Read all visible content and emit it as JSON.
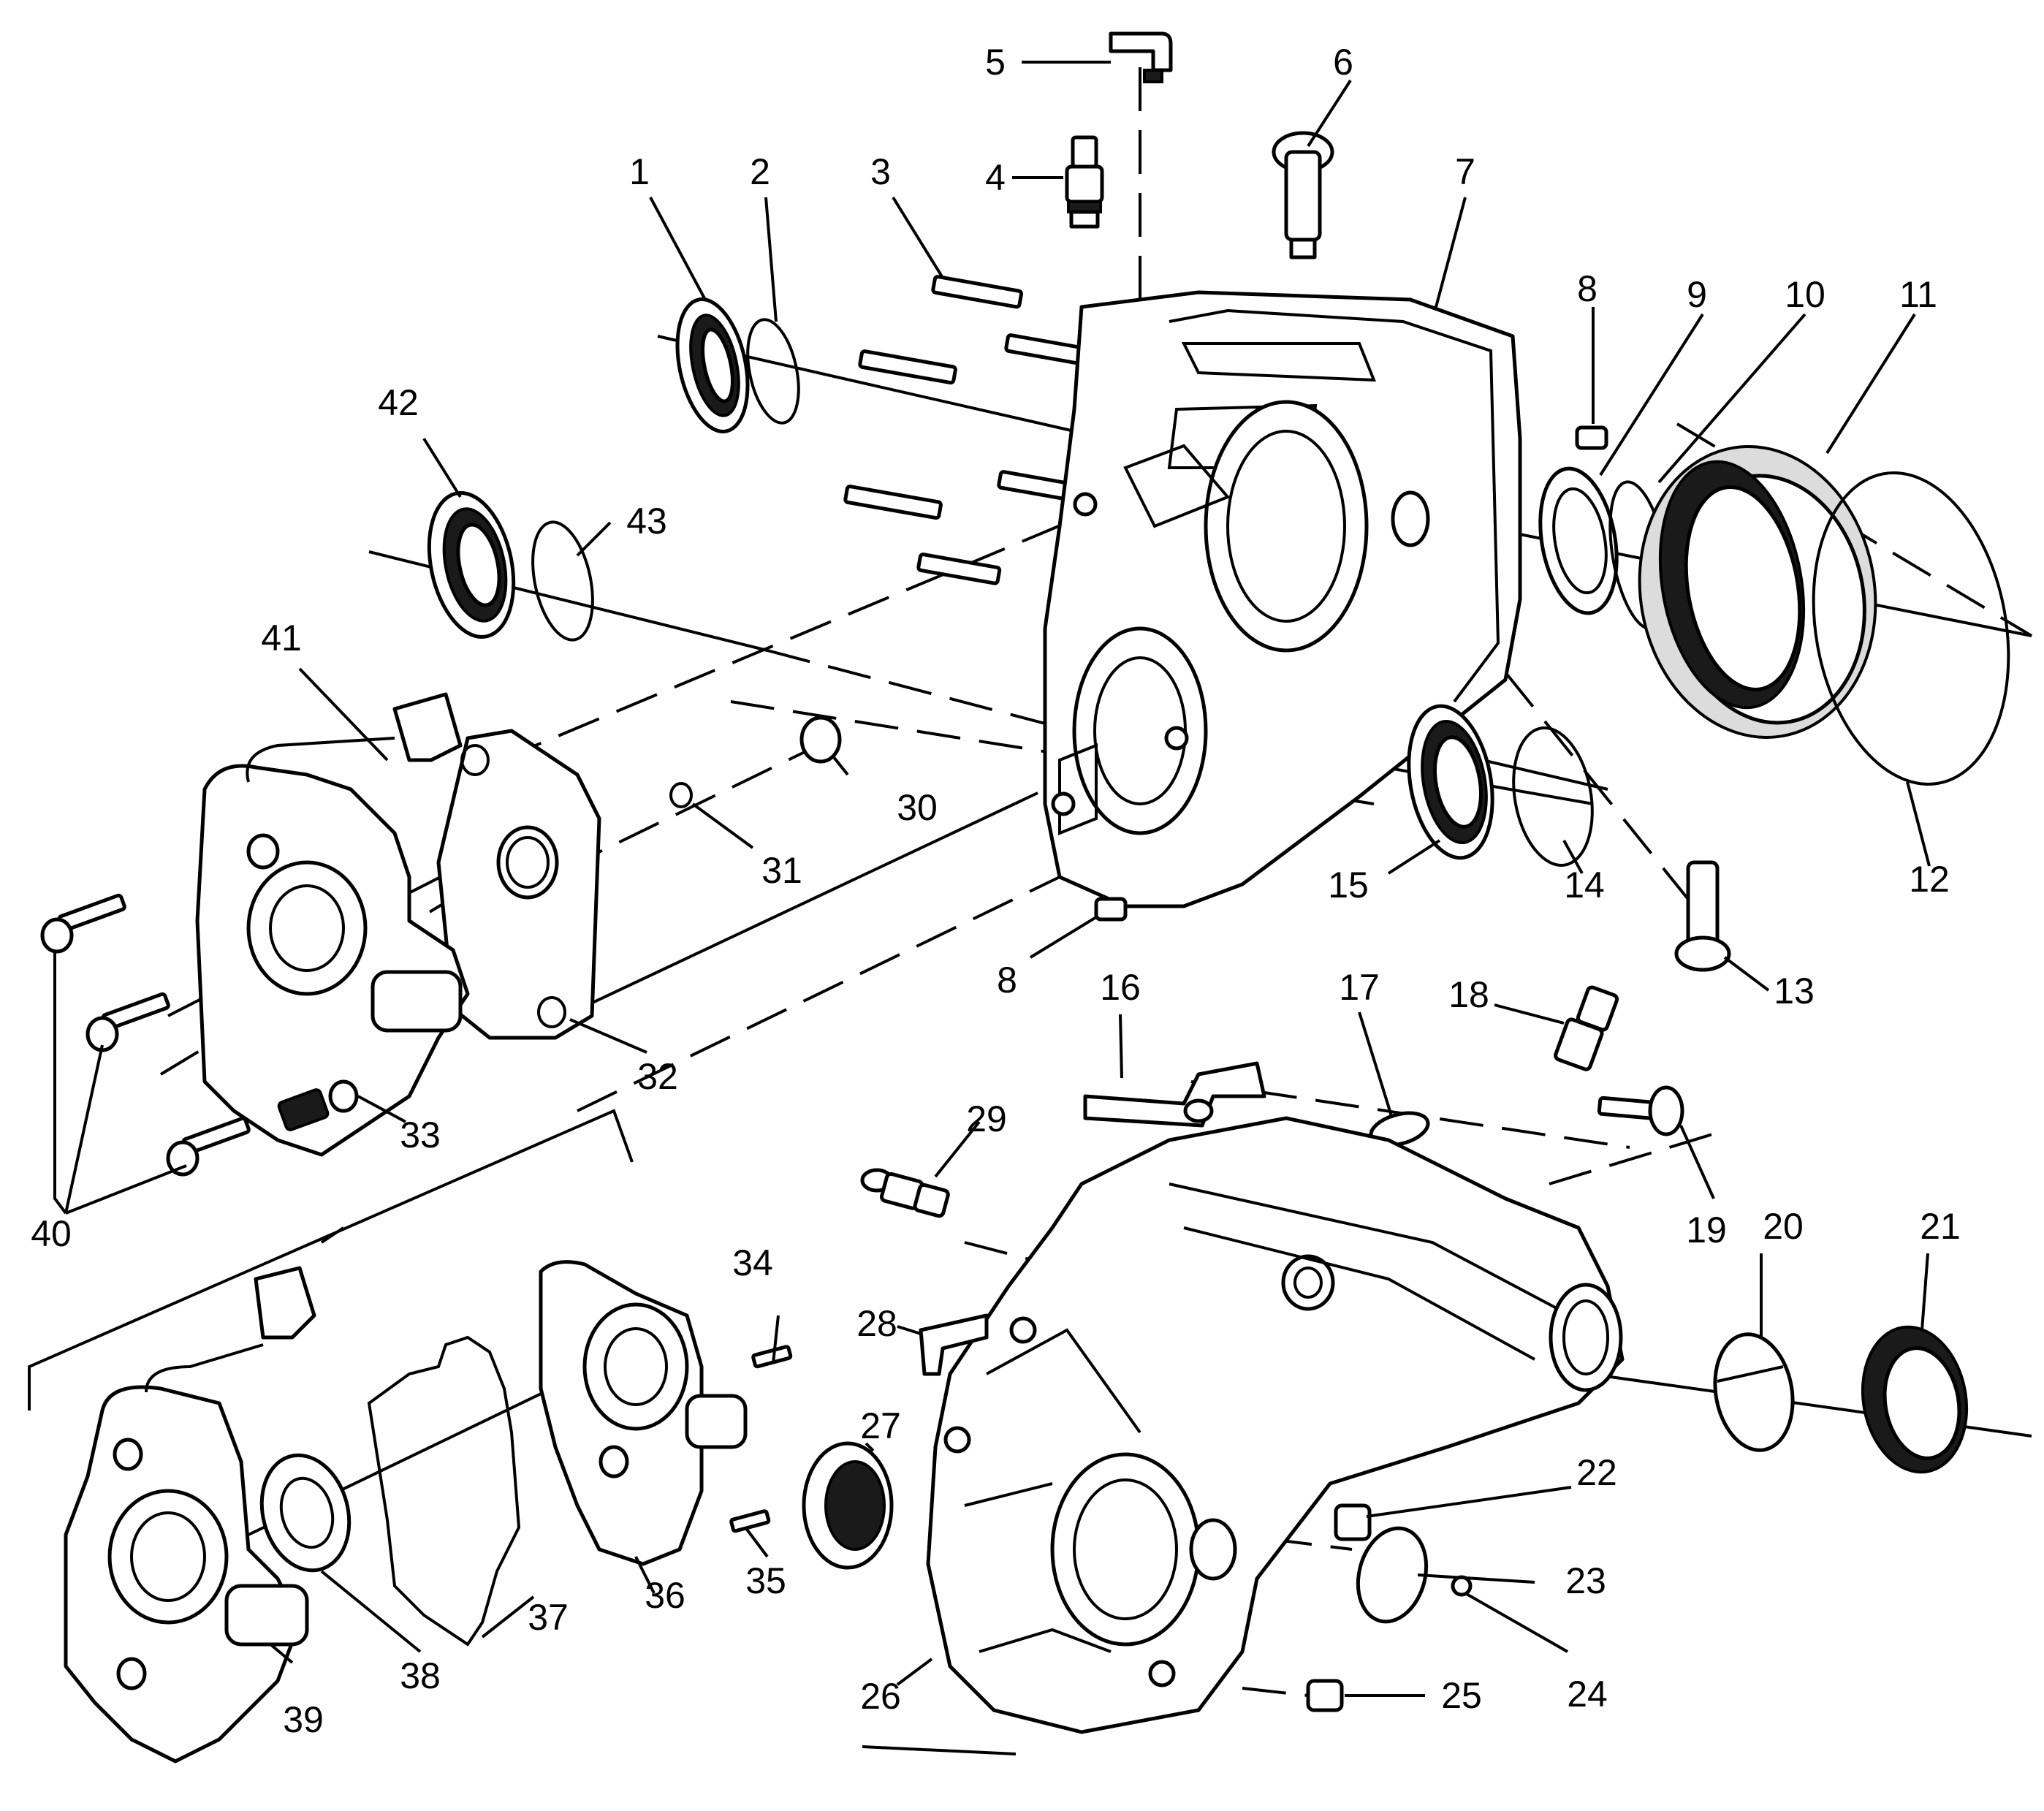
{
  "callouts": {
    "c1": "1",
    "c2": "2",
    "c3": "3",
    "c4": "4",
    "c5": "5",
    "c6": "6",
    "c7": "7",
    "c8a": "8",
    "c8b": "8",
    "c9": "9",
    "c10": "10",
    "c11": "11",
    "c12": "12",
    "c13": "13",
    "c14": "14",
    "c15": "15",
    "c16": "16",
    "c17": "17",
    "c18": "18",
    "c19": "19",
    "c20": "20",
    "c21": "21",
    "c22": "22",
    "c23": "23",
    "c24": "24",
    "c25": "25",
    "c26": "26",
    "c27": "27",
    "c28": "28",
    "c29": "29",
    "c30": "30",
    "c31": "31",
    "c32": "32",
    "c33": "33",
    "c34": "34",
    "c35": "35",
    "c36": "36",
    "c37": "37",
    "c38": "38",
    "c39": "39",
    "c40": "40",
    "c41": "41",
    "c42": "42",
    "c43": "43"
  }
}
